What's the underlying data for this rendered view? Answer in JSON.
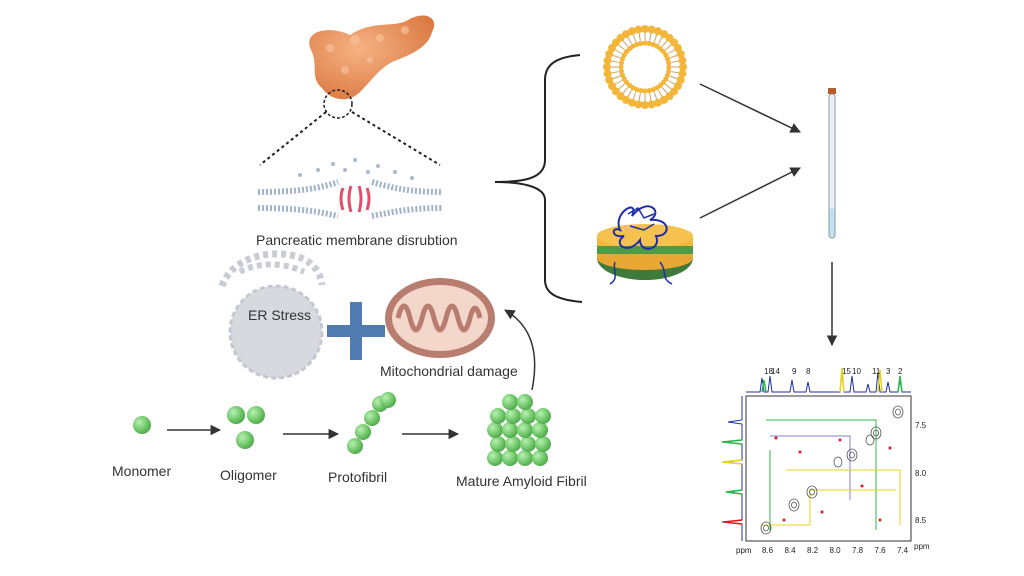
{
  "labels": {
    "membrane": "Pancreatic membrane disrubtion",
    "er_stress": "ER Stress",
    "mito": "Mitochondrial damage",
    "monomer": "Monomer",
    "oligomer": "Oligomer",
    "protofibril": "Protofibril",
    "mature": "Mature Amyloid Fibril"
  },
  "nmr": {
    "x_unit": "ppm",
    "y_unit": "ppm",
    "x_ticks": [
      "8.6",
      "8.4",
      "8.2",
      "8.0",
      "7.8",
      "7.6",
      "7.4"
    ],
    "y_ticks": [
      "7.5",
      "8.0",
      "8.5"
    ],
    "peak_labels": [
      "18",
      "14",
      "9",
      "8",
      "15",
      "10",
      "11",
      "3",
      "2"
    ]
  },
  "colors": {
    "pancreas": "#e8915a",
    "fibril_green": "#7fd07a",
    "lipid_head": "#f3b63a",
    "er_gray": "#d7d9de",
    "mito_outer": "#b87d6e",
    "plus_blue": "#4f7bb0",
    "arrow": "#333333"
  }
}
